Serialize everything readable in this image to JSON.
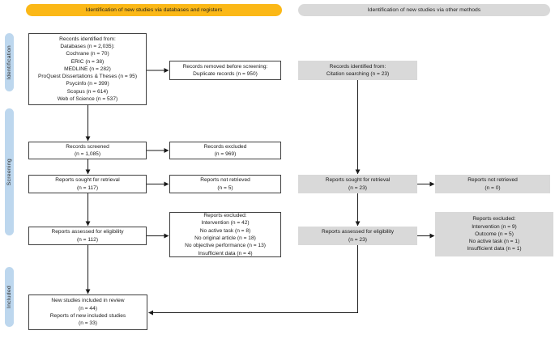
{
  "banners": {
    "databases": "Identification of new studies via databases and registers",
    "other_methods": "Identification of new studies via other methods"
  },
  "stages": {
    "identification": "Identification",
    "screening": "Screening",
    "included": "Included"
  },
  "left": {
    "identified": [
      "Records identified from:",
      "Databases (n = 2,035):",
      "Cochrane (n = 70)",
      "ERIC (n = 38)",
      "MEDLINE (n = 282)",
      "ProQuest Dissertations & Theses (n = 95)",
      "Psycinfo (n = 399)",
      "Scopus (n = 614)",
      "Web of Science (n = 537)"
    ],
    "removed_before_screening": [
      "Records removed before screening:",
      "Duplicate records (n = 950)"
    ],
    "screened": [
      "Records screened",
      "(n = 1,085)"
    ],
    "records_excluded": [
      "Records excluded",
      "(n = 969)"
    ],
    "sought_for_retrieval": [
      "Reports sought for retrieval",
      "(n = 117)"
    ],
    "not_retrieved": [
      "Reports not retrieved",
      "(n = 5)"
    ],
    "assessed_for_eligibility": [
      "Reports assessed for eligibility",
      "(n = 112)"
    ],
    "reports_excluded": [
      "Reports excluded:",
      "Intervention (n = 42)",
      "No active task (n = 8)",
      "No original article (n = 18)",
      "No objective performance (n = 13)",
      "Insufficient data (n = 4)"
    ],
    "included_in_review": [
      "New studies included in review",
      "(n = 44)",
      "Reports of new included studies",
      "(n = 33)"
    ]
  },
  "right": {
    "identified": [
      "Records identified from:",
      "Citation searching (n = 23)"
    ],
    "sought_for_retrieval": [
      "Reports sought for retrieval",
      "(n = 23)"
    ],
    "not_retrieved": [
      "Reports not retrieved",
      "(n = 0)"
    ],
    "assessed_for_eligibility": [
      "Reports assessed for eligibility",
      "(n = 23)"
    ],
    "reports_excluded": [
      "Reports excluded:",
      "Intervention (n = 9)",
      "Outcome (n = 5)",
      "No active task (n = 1)",
      "Insufficient data (n = 1)"
    ]
  },
  "colors": {
    "banner_yellow": "#FBB817",
    "banner_gray": "#D9D9D9",
    "box_gray": "#D9D9D9",
    "stage_blue": "#BDD7EE",
    "line": "#1a1a1a"
  }
}
